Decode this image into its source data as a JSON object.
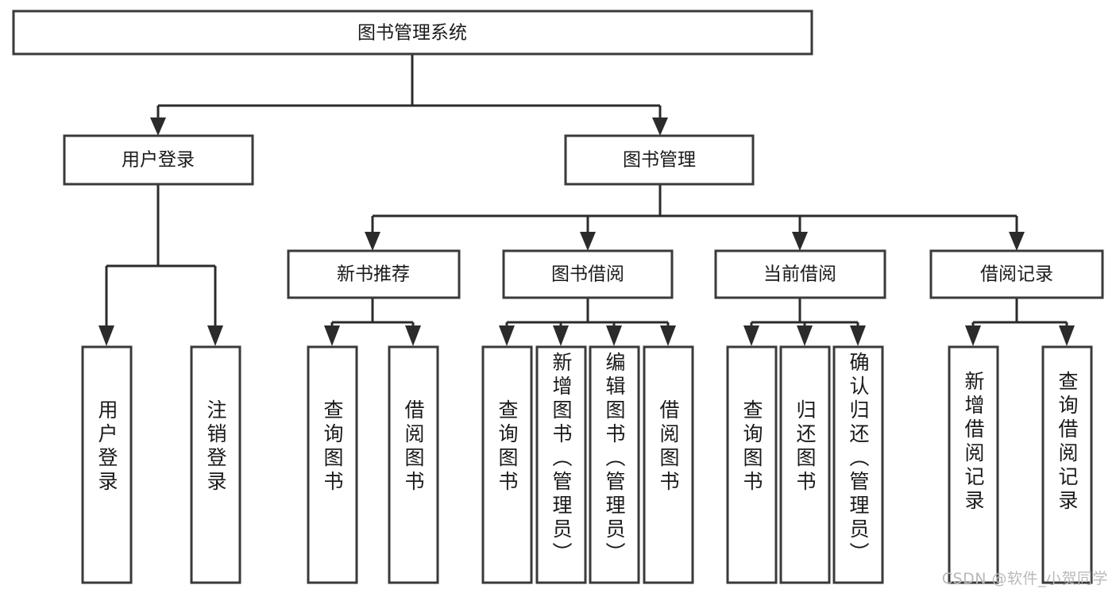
{
  "diagram": {
    "type": "tree-hierarchy-chart",
    "title": "图书管理系统",
    "watermark": "CSDN @软件_小贺同学",
    "colors": {
      "box_fill": "#ffffff",
      "box_stroke": "#3a3a3a",
      "line": "#2b2b2b",
      "text": "#1a1a1a",
      "watermark": "#b9b9b9",
      "background": "#ffffff"
    },
    "root": {
      "label": "图书管理系统"
    },
    "level2": [
      {
        "label": "用户登录"
      },
      {
        "label": "图书管理"
      }
    ],
    "level3": [
      {
        "label": "新书推荐"
      },
      {
        "label": "图书借阅"
      },
      {
        "label": "当前借阅"
      },
      {
        "label": "借阅记录"
      }
    ],
    "leaves": {
      "user_login": [
        {
          "label": "用户登录"
        },
        {
          "label": "注销登录"
        }
      ],
      "new_book_recommend": [
        {
          "label": "查询图书"
        },
        {
          "label": "借阅图书"
        }
      ],
      "book_borrow": [
        {
          "label": "查询图书"
        },
        {
          "label": "新增图书（管理员）"
        },
        {
          "label": "编辑图书（管理员）"
        },
        {
          "label": "借阅图书"
        }
      ],
      "current_borrow": [
        {
          "label": "查询图书"
        },
        {
          "label": "归还图书"
        },
        {
          "label": "确认归还（管理员）"
        }
      ],
      "borrow_records": [
        {
          "label": "新增借阅记录"
        },
        {
          "label": "查询借阅记录"
        }
      ]
    }
  }
}
